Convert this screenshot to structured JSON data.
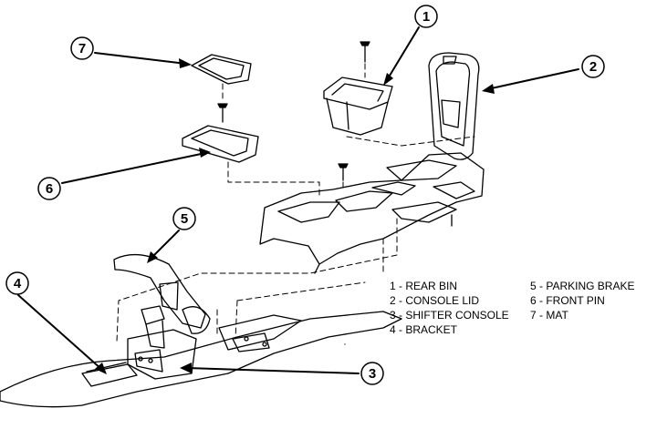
{
  "callouts": [
    "1",
    "2",
    "3",
    "4",
    "5",
    "6",
    "7"
  ],
  "legend": {
    "left": [
      "1 - REAR BIN",
      "2 - CONSOLE LID",
      "3 - SHIFTER CONSOLE",
      "4 - BRACKET"
    ],
    "right": [
      "5 - PARKING BRAKE",
      "6 - FRONT PIN",
      "7 - MAT"
    ]
  },
  "colors": {
    "ink": "#000000",
    "background": "#ffffff"
  }
}
